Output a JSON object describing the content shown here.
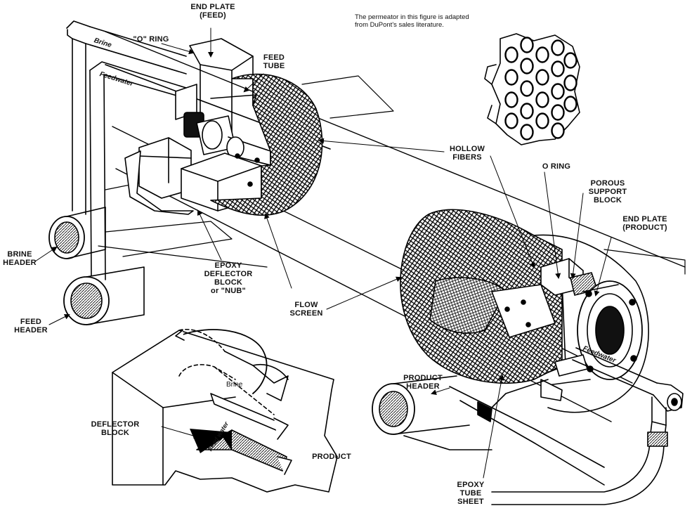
{
  "note": {
    "line1": "The permeator in this figure is adapted",
    "line2": "from DuPont's sales literature."
  },
  "labels": {
    "end_plate_feed": [
      "END PLATE",
      "(FEED)"
    ],
    "o_ring_top": "\"O\" RING",
    "feed_tube": [
      "FEED",
      "TUBE"
    ],
    "hollow_fibers": [
      "HOLLOW",
      "FIBERS"
    ],
    "o_ring_right": "O RING",
    "porous_support_block": [
      "POROUS",
      "SUPPORT",
      "BLOCK"
    ],
    "end_plate_product": [
      "END PLATE",
      "(PRODUCT)"
    ],
    "brine_header": [
      "BRINE",
      "HEADER"
    ],
    "feed_header": [
      "FEED",
      "HEADER"
    ],
    "epoxy_deflector_block": [
      "EPOXY",
      "DEFLECTOR",
      "BLOCK",
      "or \"NUB\""
    ],
    "flow_screen": [
      "FLOW",
      "SCREEN"
    ],
    "deflector_block": [
      "DEFLECTOR",
      "BLOCK"
    ],
    "product": "PRODUCT",
    "product_header": [
      "PRODUCT",
      "HEADER"
    ],
    "epoxy_tube_sheet": [
      "EPOXY",
      "TUBE",
      "SHEET"
    ]
  },
  "flows": {
    "brine_pipe": "Brine",
    "feedwater_pipe": "Feedwater",
    "brine_inset": "Brine",
    "feed_water_inset": "Feed water",
    "feedwater_right": "Feedwater"
  }
}
